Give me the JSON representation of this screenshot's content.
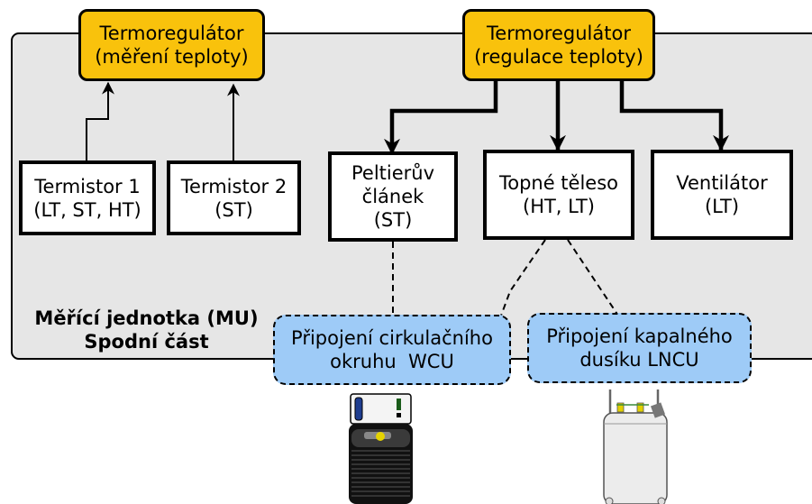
{
  "controllers": {
    "measure": {
      "line1": "Termoregulátor",
      "line2": "(měření teploty)"
    },
    "regulate": {
      "line1": "Termoregulátor",
      "line2": "(regulace teploty)"
    }
  },
  "sensors": [
    {
      "line1": "Termistor 1",
      "line2": "(LT, ST, HT)"
    },
    {
      "line1": "Termistor 2",
      "line2": "(ST)"
    }
  ],
  "actuators": [
    {
      "line1": "Peltierův",
      "line2": "článek",
      "line3": "(ST)"
    },
    {
      "line1": "Topné těleso",
      "line2": "(HT, LT)"
    },
    {
      "line1": "Ventilátor",
      "line2": "(LT)"
    }
  ],
  "unit": {
    "line1": "Měřící jednotka (MU)",
    "line2": "Spodní část"
  },
  "connections": [
    {
      "line1": "Připojení cirkulačního",
      "line2": "okruhu  WCU"
    },
    {
      "line1": "Připojení kapalného",
      "line2": "dusíku LNCU"
    }
  ],
  "colors": {
    "controller_fill": "#f9c20c",
    "connection_fill": "#9ecbf7",
    "unit_fill": "#e6e6e6",
    "outline": "#000000"
  },
  "icons": [
    "water-circulation-unit-icon",
    "liquid-nitrogen-unit-icon"
  ]
}
